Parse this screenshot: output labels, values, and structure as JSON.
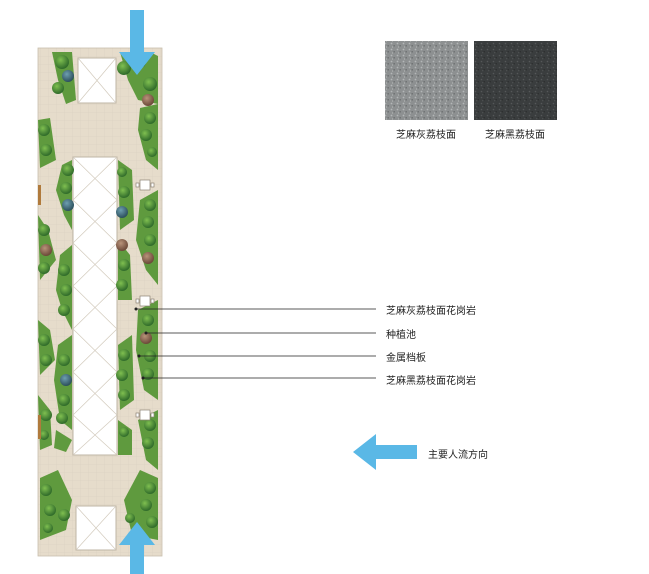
{
  "materials": [
    {
      "label": "芝麻灰荔枝面",
      "color": "#8a8d8e"
    },
    {
      "label": "芝麻黑荔枝面",
      "color": "#3b3e3f"
    }
  ],
  "callouts": [
    {
      "label": "芝麻灰荔枝面花岗岩"
    },
    {
      "label": "种植池"
    },
    {
      "label": "金属档板"
    },
    {
      "label": "芝麻黑荔枝面花岗岩"
    }
  ],
  "flow": {
    "label": "主要人流方向",
    "arrow_color": "#5ab8e6"
  },
  "colors": {
    "paving": "#e6dccb",
    "lawn": "#5f9a3e",
    "pond": "#ffffff",
    "grid_line": "#d8cfbf"
  }
}
